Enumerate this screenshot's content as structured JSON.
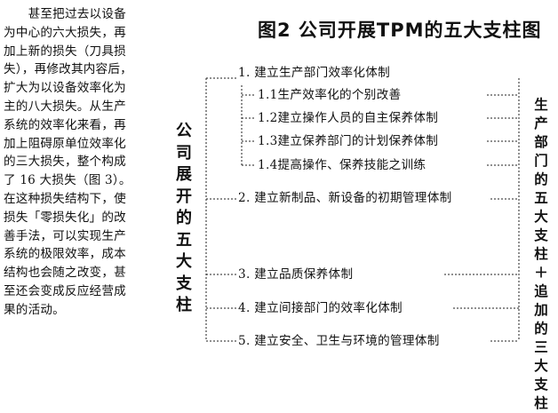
{
  "paragraph": {
    "lines": [
      "　　甚至把过去以设备",
      "为中心的六大损失，再",
      "加上新的损失（刀具损",
      "失），再修改其内容后，",
      "扩大为以设备效率化为",
      "主的八大损失。从生产",
      "系统的效率化来看，再",
      "加上阻碍原单位效率化",
      "的三大损失，整个构成",
      "了 16 大损失（图 3）。",
      "在这种损失结构下，使",
      "损失「零损失化」的改",
      "善手法，可以实现生产",
      "系统的极限效率，成本",
      "结构也会随之改变，甚",
      "至还会变成反应经营成",
      "果的活动。"
    ]
  },
  "figure": {
    "title": "图2  公司开展TPM的五大支柱图",
    "left_label": "公司展开的五大支柱",
    "right_label": "生产部门的五大支柱＋追加的三大支柱",
    "pillars": [
      "1. 建立生产部门效率化体制",
      "2. 建立新制品、新设备的初期管理体制",
      "3. 建立品质保养体制",
      "4. 建立间接部门的效率化体制",
      "5. 建立安全、卫生与环境的管理体制"
    ],
    "sub_pillars": [
      "1.1生产效率化的个别改善",
      "1.2建立操作人员的自主保养体制",
      "1.3建立保养部门的计划保养体制",
      "1.4提高操作、保养技能之训练"
    ]
  }
}
